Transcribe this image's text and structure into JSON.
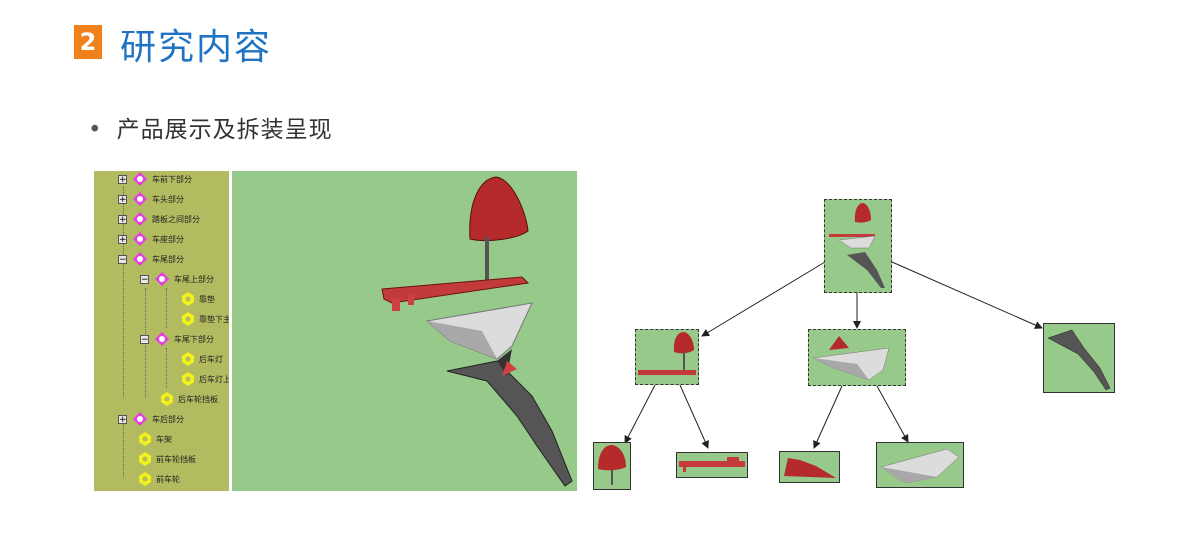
{
  "slide": {
    "number": "2",
    "title": "研究内容",
    "bullet": "产品展示及拆装呈现"
  },
  "tree": {
    "nodes": [
      {
        "label": "车前下部分",
        "type": "assembly",
        "expander": "+"
      },
      {
        "label": "车头部分",
        "type": "assembly",
        "expander": "+"
      },
      {
        "label": "踏板之间部分",
        "type": "assembly",
        "expander": "+"
      },
      {
        "label": "车座部分",
        "type": "assembly",
        "expander": "+"
      },
      {
        "label": "车尾部分",
        "type": "assembly",
        "expander": "−"
      },
      {
        "label": "车尾上部分",
        "type": "assembly",
        "expander": "−"
      },
      {
        "label": "靠垫",
        "type": "part"
      },
      {
        "label": "靠垫下主",
        "type": "part"
      },
      {
        "label": "车尾下部分",
        "type": "assembly",
        "expander": "−"
      },
      {
        "label": "后车灯",
        "type": "part"
      },
      {
        "label": "后车灯上",
        "type": "part"
      },
      {
        "label": "后车轮挡板",
        "type": "part"
      },
      {
        "label": "车后部分",
        "type": "assembly",
        "expander": "+"
      },
      {
        "label": "车架",
        "type": "part"
      },
      {
        "label": "前车轮挡板",
        "type": "part"
      },
      {
        "label": "前车轮",
        "type": "part"
      }
    ]
  },
  "colors": {
    "accent_orange": "#f07f1c",
    "title_blue": "#1f73c2",
    "tree_bg": "#b3bb60",
    "viewport_bg": "#96c98a",
    "part_red": "#b52a2a",
    "part_gray": "#c8c8c8"
  }
}
